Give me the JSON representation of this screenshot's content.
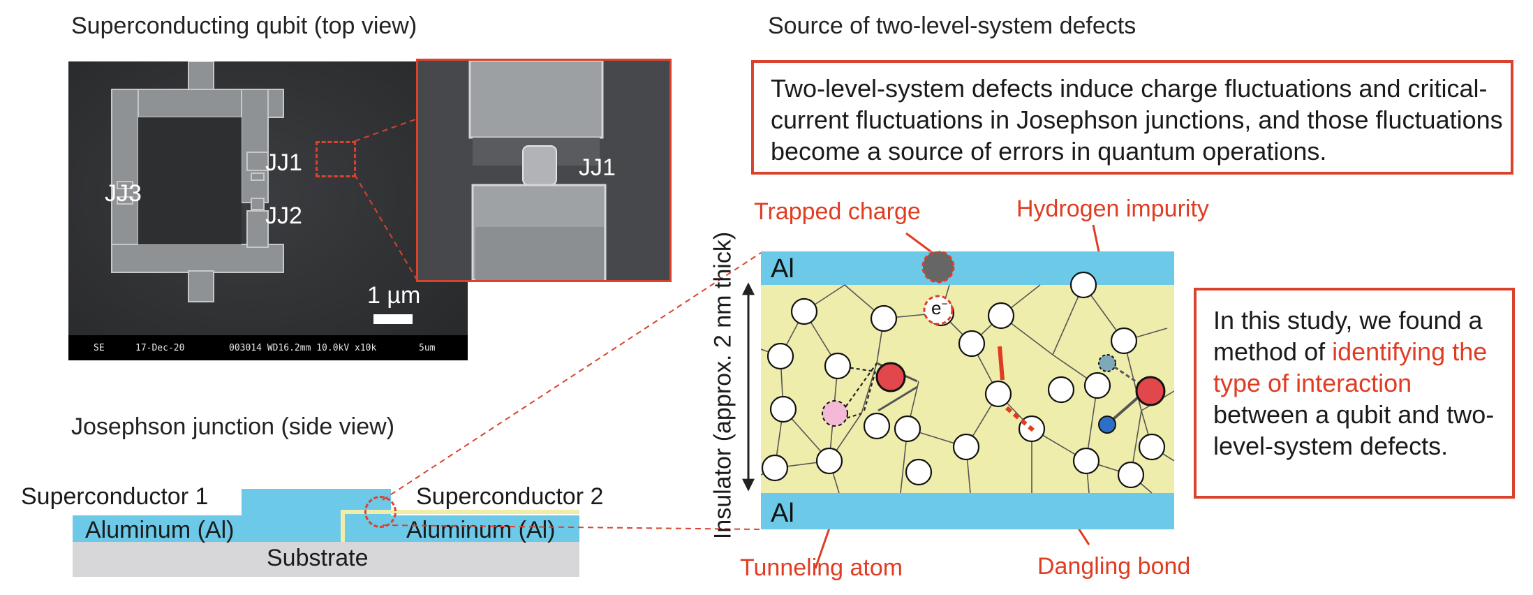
{
  "sem": {
    "title": "Superconducting qubit (top view)",
    "labels": {
      "jj1": "JJ1",
      "jj2": "JJ2",
      "jj3": "JJ3",
      "zoom_jj1": "JJ1",
      "scale": "1 µm"
    },
    "info_bar": {
      "mode": "SE",
      "date": "17-Dec-20",
      "params": "003014 WD16.2mm 10.0kV x10k",
      "scale": "5um"
    }
  },
  "junction": {
    "title": "Josephson junction (side view)",
    "superconductor1": "Superconductor 1",
    "superconductor2": "Superconductor 2",
    "aluminum_left": "Aluminum (Al)",
    "aluminum_right": "Aluminum (Al)",
    "substrate": "Substrate"
  },
  "tls": {
    "title": "Source of two-level-system defects",
    "description": "Two-level-system defects induce charge fluctuations and critical-current fluctuations in Josephson junctions, and those fluctuations become a source of errors in quantum operations.",
    "trapped_charge": "Trapped charge",
    "hydrogen_impurity": "Hydrogen impurity",
    "tunneling_atom": "Tunneling atom",
    "dangling_bond": "Dangling bond",
    "al_top": "Al",
    "al_bottom": "Al",
    "insulator": "Insulator (approx. 2 nm thick)",
    "electron": "e",
    "electron_sup": "−"
  },
  "study": {
    "part1": "In this study, we found a method of ",
    "highlight": "identifying the type of interaction",
    "part2": " between a qubit and two-level-system defects."
  },
  "colors": {
    "accent_red": "#d9432d",
    "label_red": "#e03c23",
    "aluminum_blue": "#6cc9e8",
    "insulator_yellow": "#efedac",
    "substrate_gray": "#d7d7d9"
  }
}
